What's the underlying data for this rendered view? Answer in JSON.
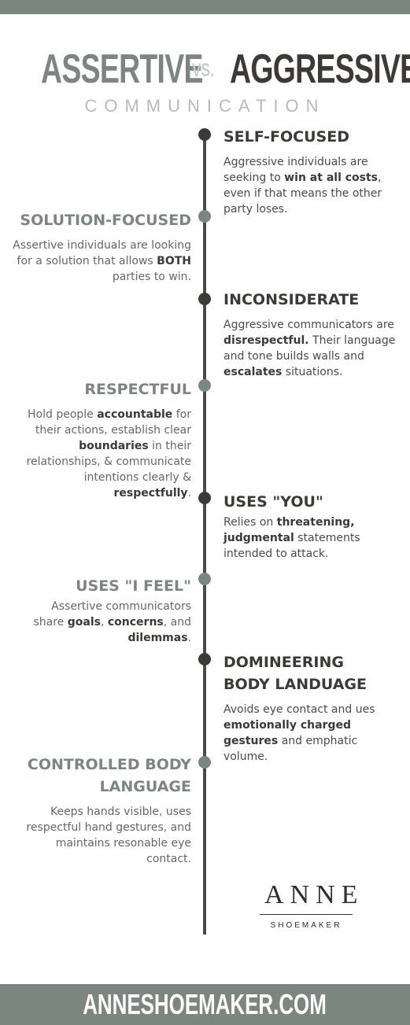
{
  "header": {
    "title_left": "ASSERTIVE",
    "title_vs": "VS.",
    "title_right": "AGGRESSIVE",
    "subtitle": "COMMUNICATION"
  },
  "items": [
    {
      "side": "right",
      "title": "SELF-FOCUSED",
      "segments": [
        {
          "t": "Aggressive individuals are seeking to ",
          "b": false
        },
        {
          "t": "win at all costs",
          "b": true
        },
        {
          "t": ", even if that means the other party loses.",
          "b": false
        }
      ]
    },
    {
      "side": "left",
      "title": "SOLUTION-FOCUSED",
      "segments": [
        {
          "t": "Assertive individuals are looking for a solution that allows ",
          "b": false
        },
        {
          "t": "BOTH",
          "b": true
        },
        {
          "t": " parties to win.",
          "b": false
        }
      ]
    },
    {
      "side": "right",
      "title": "INCONSIDERATE",
      "segments": [
        {
          "t": "Aggressive communicators are ",
          "b": false
        },
        {
          "t": "disrespectful.",
          "b": true
        },
        {
          "t": " Their language and tone builds walls and ",
          "b": false
        },
        {
          "t": "escalates",
          "b": true
        },
        {
          "t": " situations.",
          "b": false
        }
      ]
    },
    {
      "side": "left",
      "title": "RESPECTFUL",
      "segments": [
        {
          "t": "Hold people ",
          "b": false
        },
        {
          "t": "accountable",
          "b": true
        },
        {
          "t": " for their actions, establish clear ",
          "b": false
        },
        {
          "t": "boundaries",
          "b": true
        },
        {
          "t": " in their relationships, & communicate intentions clearly & ",
          "b": false
        },
        {
          "t": "respectfully",
          "b": true
        },
        {
          "t": ".",
          "b": false
        }
      ]
    },
    {
      "side": "right",
      "title": "USES \"YOU\"",
      "segments": [
        {
          "t": "Relies on ",
          "b": false
        },
        {
          "t": "threatening, judgmental",
          "b": true
        },
        {
          "t": " statements intended to attack.",
          "b": false
        }
      ]
    },
    {
      "side": "left",
      "title": "USES \"I FEEL\"",
      "segments": [
        {
          "t": "Assertive communicators share ",
          "b": false
        },
        {
          "t": "goals",
          "b": true
        },
        {
          "t": ", ",
          "b": false
        },
        {
          "t": "concerns",
          "b": true
        },
        {
          "t": ", and ",
          "b": false
        },
        {
          "t": "dilemmas",
          "b": true
        },
        {
          "t": ".",
          "b": false
        }
      ]
    },
    {
      "side": "right",
      "title": "DOMINEERING BODY LANDUAGE",
      "segments": [
        {
          "t": "Avoids eye contact and ues ",
          "b": false
        },
        {
          "t": "emotionally charged gestures",
          "b": true
        },
        {
          "t": " and emphatic volume.",
          "b": false
        }
      ]
    },
    {
      "side": "left",
      "title": "CONTROLLED BODY LANGUAGE",
      "segments": [
        {
          "t": "Keeps hands visible, uses respectful hand gestures, and maintains resonable eye contact.",
          "b": false
        }
      ]
    }
  ],
  "logo": {
    "name": "ANNE",
    "sub": "SHOEMAKER"
  },
  "footer": {
    "url": "ANNESHOEMAKER.COM"
  },
  "colors": {
    "sage": "#7c8680",
    "dark": "#3d3a35",
    "light_gray": "#c8cdca"
  }
}
